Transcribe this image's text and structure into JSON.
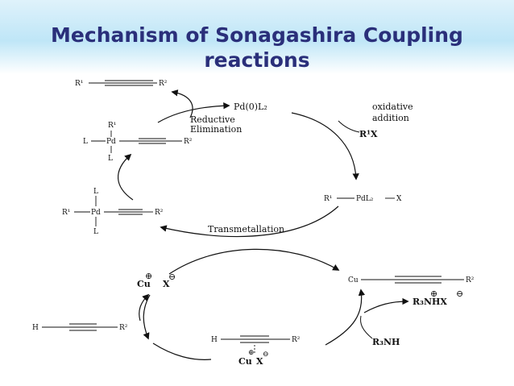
{
  "title": {
    "line1": "Mechanism of  Sonagashira Coupling",
    "line2": "reactions"
  },
  "species": {
    "top_alkyne": {
      "r1": "R¹",
      "r2": "R²"
    },
    "pd0": "Pd(0)L₂",
    "oxidative_addition": [
      "oxidative",
      "addition"
    ],
    "r1x": "R¹X",
    "r1_pdl2_x": {
      "r1": "R¹",
      "pd": "PdL₂",
      "x": "X"
    },
    "transmetallation": "Transmetallation",
    "trans_complex": {
      "l_top": "L",
      "r1": "R¹",
      "pd": "Pd",
      "r2": "R²",
      "l_bottom": "L"
    },
    "cis_complex": {
      "r1": "R¹",
      "l_left": "L",
      "pd": "Pd",
      "r2": "R²",
      "l_bottom": "L"
    },
    "reductive_elimination": [
      "Reductive",
      "Elimination"
    ],
    "cux_left": {
      "cu": "Cu",
      "plus": "⊕",
      "x": "X",
      "minus": "⊖"
    },
    "cu_acetylide": {
      "cu": "Cu",
      "r2": "R²"
    },
    "r3nhx": {
      "text": "R₃NHX",
      "plus": "⊕",
      "minus": "⊖"
    },
    "r3nh": "R₃NH",
    "terminal_alkyne": {
      "h": "H",
      "r2": "R²"
    },
    "pi_complex": {
      "h": "H",
      "r2": "R²",
      "cu": "Cu",
      "plus": "⊕",
      "x": "X",
      "minus": "⊖"
    }
  },
  "colors": {
    "title": "#2a2f7a",
    "banner_top": "#dff2fb",
    "banner_mid": "#bfe6f7",
    "ink": "#111111"
  }
}
